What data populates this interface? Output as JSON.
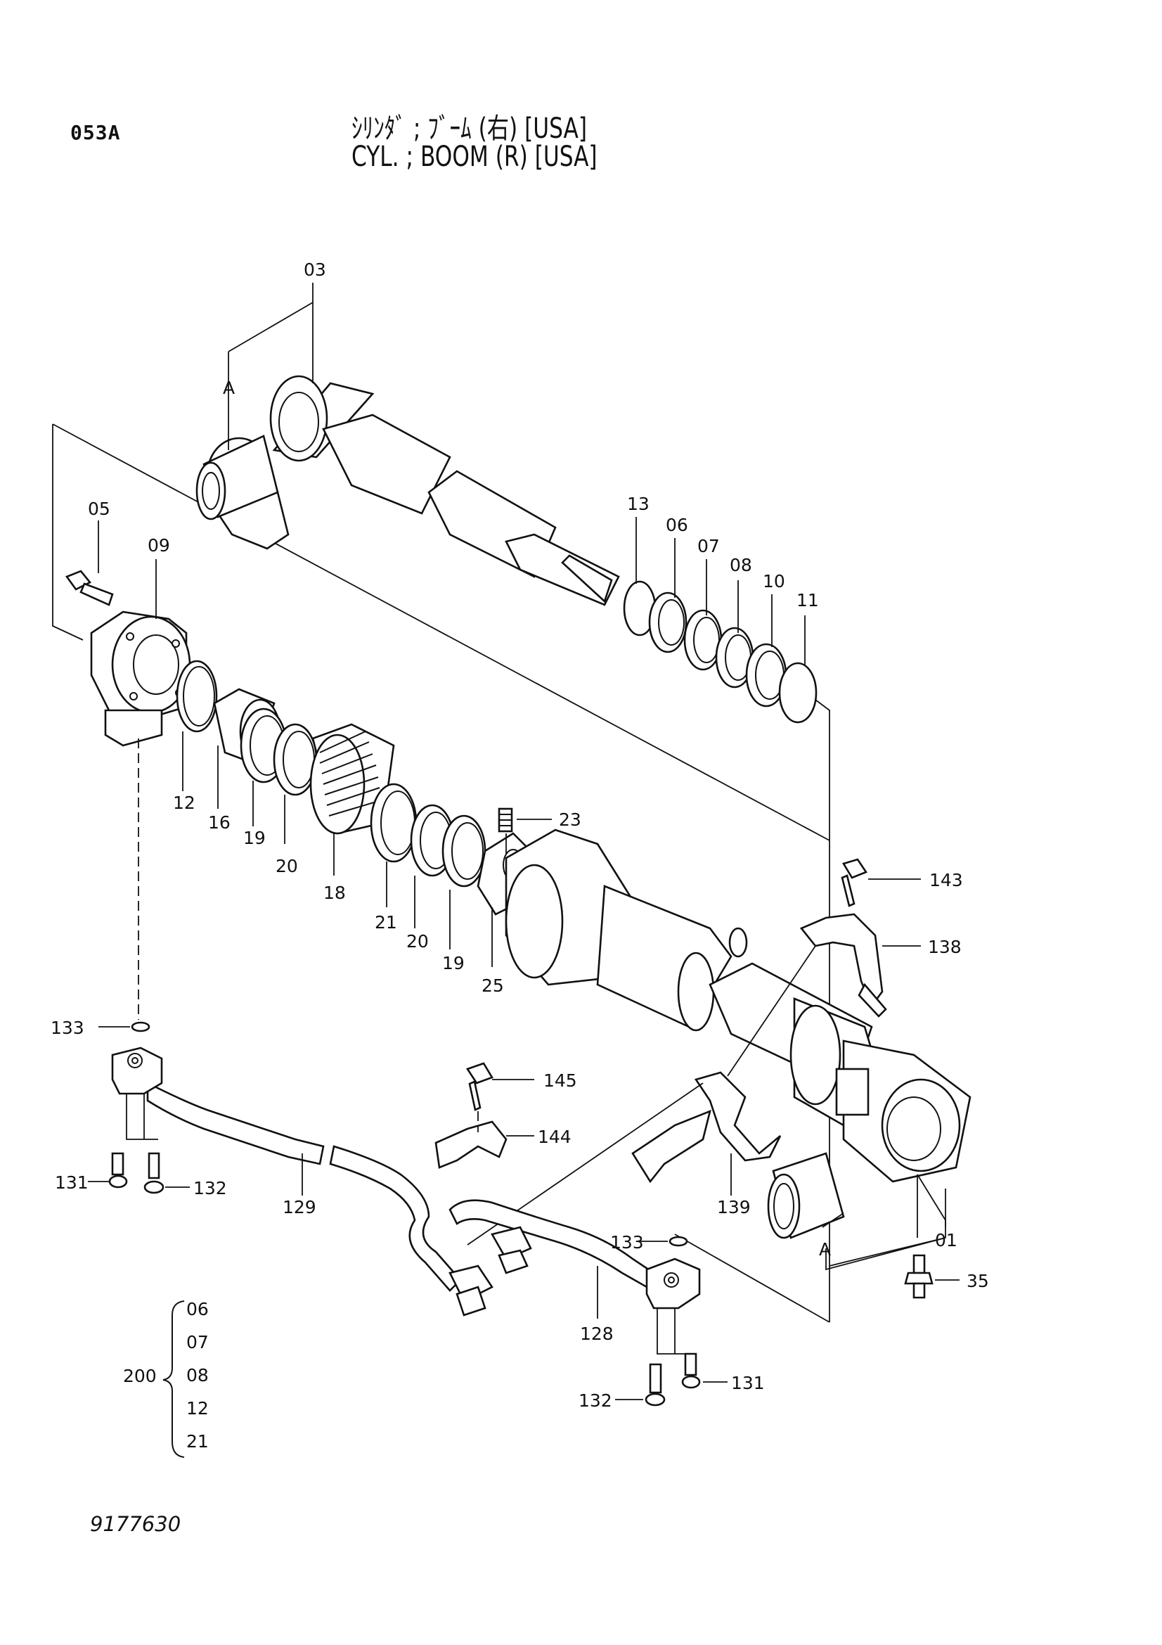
{
  "header": {
    "page_code": "053A",
    "title_jp": "ｼﾘﾝﾀﾞ ; ﾌﾞｰﾑ (右) [USA]",
    "title_en": "CYL. ; BOOM (R) [USA]"
  },
  "footer": {
    "drawing_number": "9177630"
  },
  "callouts": {
    "c03": "03",
    "c05": "05",
    "c09": "09",
    "c13": "13",
    "c06": "06",
    "c07": "07",
    "c08": "08",
    "c10": "10",
    "c11": "11",
    "c12": "12",
    "c16": "16",
    "c19a": "19",
    "c20a": "20",
    "c18": "18",
    "c21": "21",
    "c20b": "20",
    "c19b": "19",
    "c25": "25",
    "c23": "23",
    "c143": "143",
    "c138": "138",
    "c133a": "133",
    "c145": "145",
    "c144": "144",
    "c131a": "131",
    "c132a": "132",
    "c129": "129",
    "c139": "139",
    "c01": "01",
    "c133b": "133",
    "c35": "35",
    "c128": "128",
    "c131b": "131",
    "c132b": "132",
    "A_top": "A",
    "A_bottom": "A"
  },
  "kit": {
    "number": "200",
    "items": [
      "06",
      "07",
      "08",
      "12",
      "21"
    ]
  }
}
